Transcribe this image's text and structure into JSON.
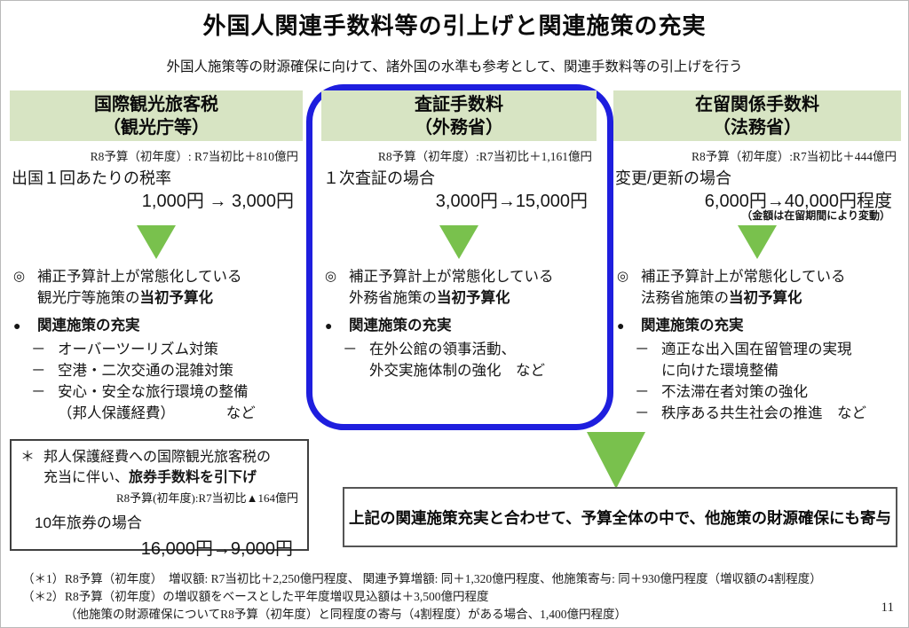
{
  "header": {
    "title": "外国人関連手数料等の引上げと関連施策の充実",
    "subtitle": "外国人施策等の財源確保に向けて、諸外国の水準も参考として、関連手数料等の引上げを行う"
  },
  "markers": {
    "double_circle": "◎",
    "disc": "●",
    "dash": "－",
    "asterisk": "＊"
  },
  "colors": {
    "band_green": "#d7e4c3",
    "arrow_green": "#79c14d",
    "highlight_blue": "#1e1ede"
  },
  "columns": [
    {
      "title1": "国際観光旅客税",
      "title2": "（観光庁等）",
      "budget": "R8予算（初年度）: R7当初比＋810億円",
      "case_label": "出国１回あたりの税率",
      "case_amount": "1,000円 → 3,000円",
      "b1_line1": "補正予算計上が常態化している",
      "b1_line2_pre": "観光庁等施策の",
      "b1_bold": "当初予算化",
      "b2": "関連施策の充実",
      "items": [
        "オーバーツーリズム対策",
        "空港・二次交通の混雑対策",
        "安心・安全な旅行環境の整備",
        "（邦人保護経費）　　　　など"
      ]
    },
    {
      "title1": "査証手数料",
      "title2": "（外務省）",
      "budget": "R8予算（初年度）:R7当初比＋1,161億円",
      "case_label": "１次査証の場合",
      "case_amount": "3,000円→15,000円",
      "b1_line1": "補正予算計上が常態化している",
      "b1_line2_pre": "外務省施策の",
      "b1_bold": "当初予算化",
      "b2": "関連施策の充実",
      "items": [
        "在外公館の領事活動、",
        "外交実施体制の強化　など"
      ]
    },
    {
      "title1": "在留関係手数料",
      "title2": "（法務省）",
      "budget": "R8予算（初年度）:R7当初比＋444億円",
      "case_label": "変更/更新の場合",
      "case_amount": "6,000円→40,000円程度",
      "amount_note": "（金額は在留期間により変動）",
      "b1_line1": "補正予算計上が常態化している",
      "b1_line2_pre": "法務省施策の",
      "b1_bold": "当初予算化",
      "b2": "関連施策の充実",
      "items": [
        "適正な出入国在留管理の実現",
        "に向けた環境整備",
        "不法滞在者対策の強化",
        "秩序ある共生社会の推進　など"
      ]
    }
  ],
  "passport_box": {
    "line1": "邦人保護経費への国際観光旅客税の",
    "line2_pre": "充当に伴い、",
    "line2_bold": "旅券手数料を引下げ",
    "budget": "R8予算(初年度):R7当初比▲164億円",
    "case_label": "10年旅券の場合",
    "case_amount": "16,000円→9,000円"
  },
  "summary_box": {
    "text": "上記の関連施策充実と合わせて、予算全体の中で、他施策の財源確保にも寄与"
  },
  "footnotes": [
    {
      "marker": "（＊1）",
      "line1": "R8予算（初年度）　増収額: R7当初比＋2,250億円程度、 関連予算増額: 同＋1,320億円程度、他施策寄与: 同＋930億円程度（増収額の4割程度）"
    },
    {
      "marker": "（＊2）",
      "line1": "R8予算（初年度）の増収額をベースとした平年度増収見込額は＋3,500億円程度",
      "line2": "（他施策の財源確保についてR8予算（初年度）と同程度の寄与（4割程度）がある場合、1,400億円程度）"
    }
  ],
  "page_number": "11"
}
